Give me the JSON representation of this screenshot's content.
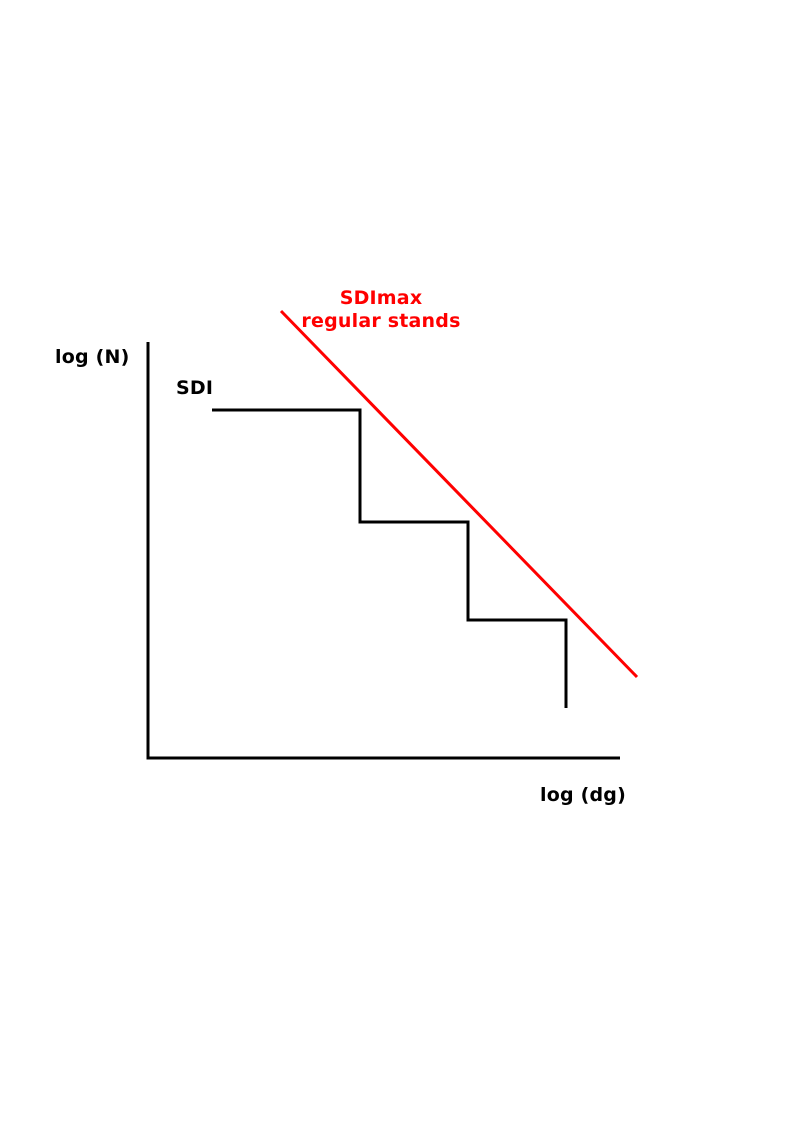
{
  "labels": {
    "y_axis": "log (N)",
    "x_axis": "log (dg)",
    "sdi": "SDI",
    "sdimax_line1": "SDImax",
    "sdimax_line2": "regular stands"
  },
  "colors": {
    "axes": "#000000",
    "sdi_line": "#000000",
    "sdimax_line": "#ff0000",
    "sdimax_label": "#ff0000"
  }
}
